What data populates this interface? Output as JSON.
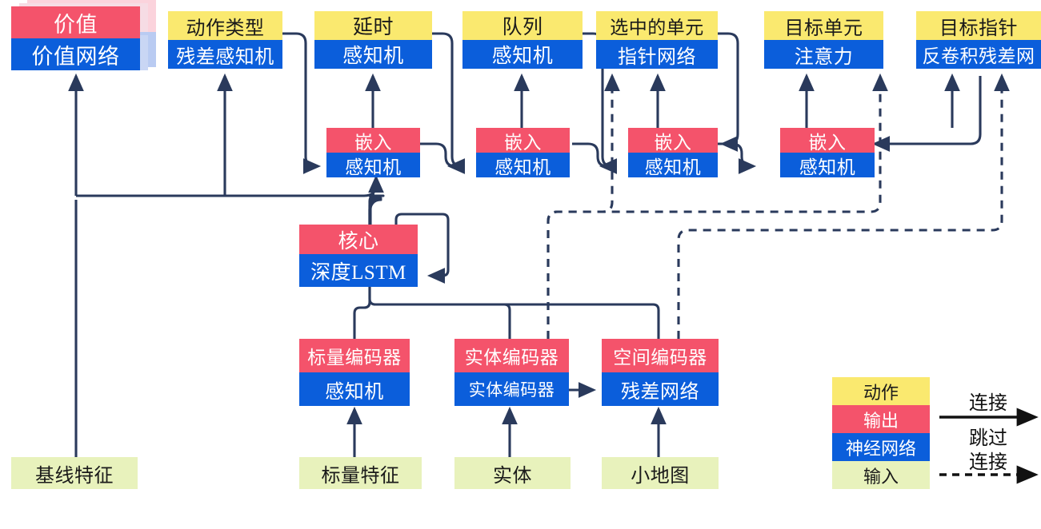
{
  "diagram": {
    "title": "",
    "colors": {
      "action": "#FAE96F",
      "output": "#F4536B",
      "network": "#0B5EDB",
      "input": "#E8F2BC",
      "wire": "#2A3A5C",
      "shadow_output": "#FBD3DC",
      "shadow_network": "#B9CBF2"
    },
    "heads": [
      {
        "id": "value",
        "top": "价值",
        "bottom": "价值网络",
        "top_kind": "output",
        "bottom_kind": "network",
        "stacked": true
      },
      {
        "id": "action-type",
        "top": "动作类型",
        "bottom": "残差感知机",
        "top_kind": "action",
        "bottom_kind": "network",
        "stacked": false
      },
      {
        "id": "delay",
        "top": "延时",
        "bottom": "感知机",
        "top_kind": "action",
        "bottom_kind": "network",
        "stacked": false
      },
      {
        "id": "queued",
        "top": "队列",
        "bottom": "感知机",
        "top_kind": "action",
        "bottom_kind": "network",
        "stacked": false
      },
      {
        "id": "selected-units",
        "top": "选中的单元",
        "bottom": "指针网络",
        "top_kind": "action",
        "bottom_kind": "network",
        "stacked": false
      },
      {
        "id": "target-unit",
        "top": "目标单元",
        "bottom": "注意力",
        "top_kind": "action",
        "bottom_kind": "network",
        "stacked": false
      },
      {
        "id": "target-point",
        "top": "目标指针",
        "bottom": "反卷积残差网",
        "top_kind": "action",
        "bottom_kind": "network",
        "stacked": false
      }
    ],
    "embeds": [
      {
        "id": "embed-1",
        "top": "嵌入",
        "bottom": "感知机"
      },
      {
        "id": "embed-2",
        "top": "嵌入",
        "bottom": "感知机"
      },
      {
        "id": "embed-3",
        "top": "嵌入",
        "bottom": "感知机"
      },
      {
        "id": "embed-4",
        "top": "嵌入",
        "bottom": "感知机"
      }
    ],
    "core": {
      "id": "core",
      "top": "核心",
      "bottom": "深度LSTM"
    },
    "encoders": [
      {
        "id": "scalar-encoder",
        "top": "标量编码器",
        "bottom": "感知机"
      },
      {
        "id": "entity-encoder",
        "top": "实体编码器",
        "bottom": "实体编码器"
      },
      {
        "id": "spatial-encoder",
        "top": "空间编码器",
        "bottom": "残差网络"
      }
    ],
    "inputs": [
      {
        "id": "baseline-features",
        "label": "基线特征"
      },
      {
        "id": "scalar-features",
        "label": "标量特征"
      },
      {
        "id": "entities",
        "label": "实体"
      },
      {
        "id": "minimap",
        "label": "小地图"
      }
    ],
    "legend": {
      "stack": [
        {
          "id": "legend-action",
          "label": "动作",
          "kind": "action"
        },
        {
          "id": "legend-output",
          "label": "输出",
          "kind": "output"
        },
        {
          "id": "legend-network",
          "label": "神经网络",
          "kind": "network"
        },
        {
          "id": "legend-input",
          "label": "输入",
          "kind": "input"
        }
      ],
      "connection_label": "连接",
      "skip_label_line1": "跳过",
      "skip_label_line2": "连接"
    }
  }
}
